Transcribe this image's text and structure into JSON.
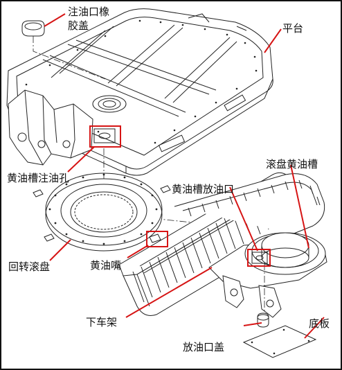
{
  "labels": {
    "oil_port_cap_line1": "注油口橡",
    "oil_port_cap_line2": "胶盖",
    "platform": "平台",
    "grease_fill_hole": "黄油槽注油孔",
    "grease_drain_port": "黄油槽放油口",
    "bearing_grease_tank": "滚盘黄油槽",
    "slewing_ring": "回转滚盘",
    "grease_nipple": "黄油嘴",
    "undercarriage": "下车架",
    "drain_cap": "放油口盖",
    "bottom_plate": "底板"
  },
  "colors": {
    "highlight": "#d61414",
    "line": "#222222",
    "background": "#ffffff"
  }
}
